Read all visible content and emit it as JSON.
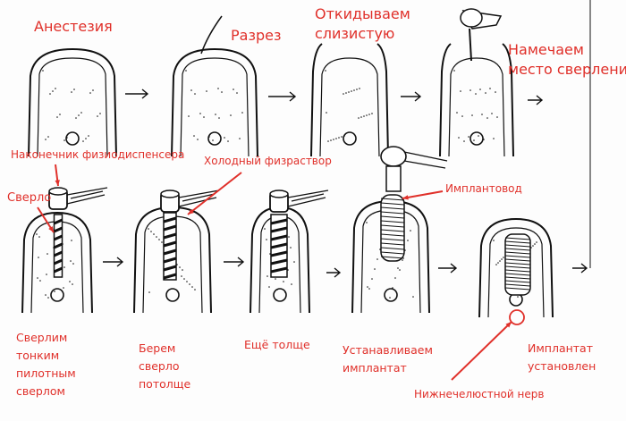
{
  "colors": {
    "label": "#e0302a",
    "ink": "#111111"
  },
  "steps_top": [
    {
      "label": "Анестезия"
    },
    {
      "label": "Разрез"
    },
    {
      "label_lines": [
        "Откидываем",
        "слизистую"
      ]
    },
    {
      "label_lines": [
        "Намечаем",
        "место сверления"
      ]
    }
  ],
  "steps_bottom": [
    {
      "label_lines": [
        "Сверлим",
        "тонким",
        "пилотным",
        "сверлом"
      ]
    },
    {
      "label_lines": [
        "Берем",
        "сверло",
        "потолще"
      ]
    },
    {
      "label_lines": [
        "Ещё толще"
      ]
    },
    {
      "label_lines": [
        "Устанавливаем",
        "имплантат"
      ]
    },
    {
      "label_lines": [
        "Имплантат",
        "установлен"
      ]
    }
  ],
  "callouts": {
    "handpiece": "Наконечник физиодиспенсера",
    "drill": "Сверло",
    "saline": "Холодный физраствор",
    "implant_driver": "Имплантовод",
    "nerve": "Нижнечелюстной нерв"
  }
}
